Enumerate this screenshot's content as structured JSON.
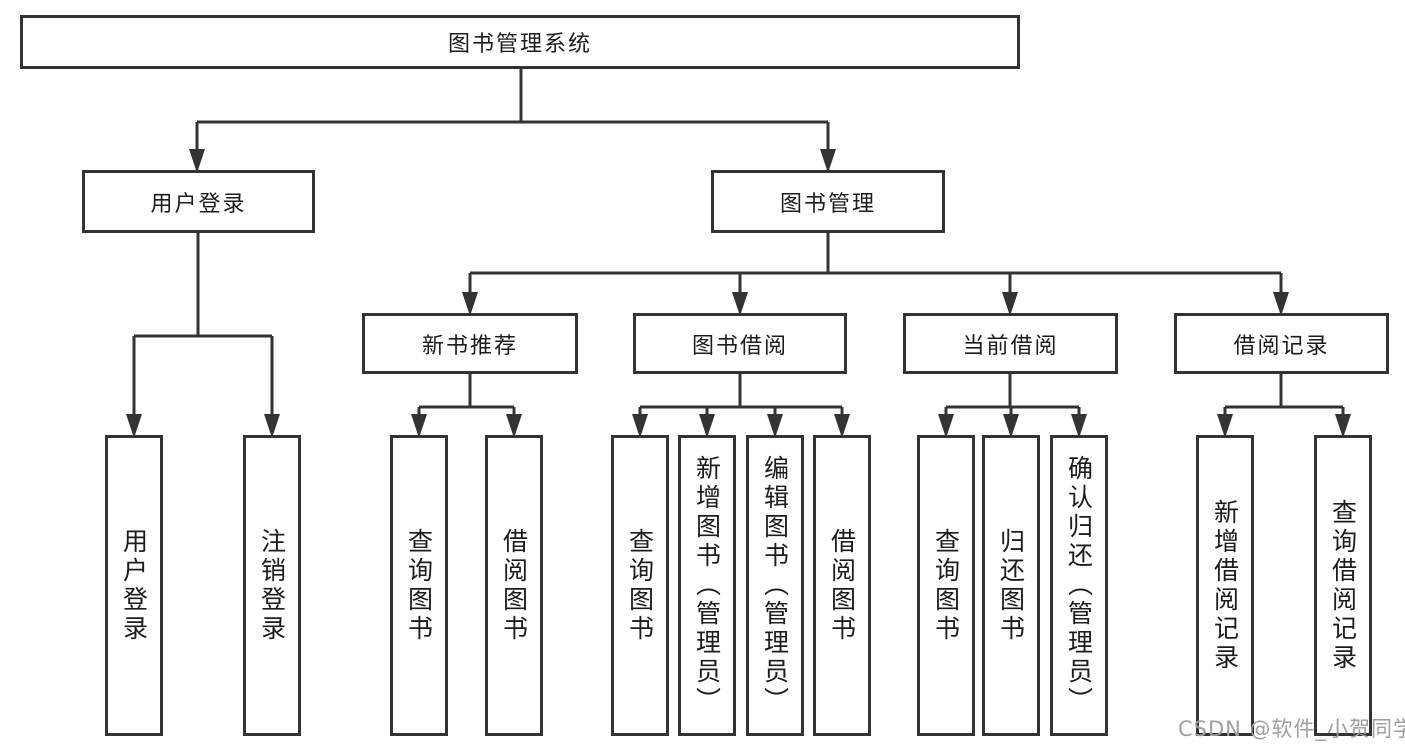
{
  "diagram_type": "hierarchical function-structure diagram",
  "colors": {
    "line": "#333333",
    "box_border": "#333333",
    "text": "#1c1c1c",
    "background": "#ffffff",
    "watermark": "#9e9ea3"
  },
  "tree": {
    "root": "图书管理系统",
    "children": [
      {
        "label": "用户登录",
        "children": [
          "用户登录",
          "注销登录"
        ]
      },
      {
        "label": "图书管理",
        "children": [
          {
            "label": "新书推荐",
            "children": [
              "查询图书",
              "借阅图书"
            ]
          },
          {
            "label": "图书借阅",
            "children": [
              "查询图书",
              "新增图书（管理员）",
              "编辑图书（管理员）",
              "借阅图书"
            ]
          },
          {
            "label": "当前借阅",
            "children": [
              "查询图书",
              "归还图书",
              "确认归还（管理员）"
            ]
          },
          {
            "label": "借阅记录",
            "children": [
              "新增借阅记录",
              "查询借阅记录"
            ]
          }
        ]
      }
    ]
  },
  "watermark": "CSDN @软件_小贺同学"
}
